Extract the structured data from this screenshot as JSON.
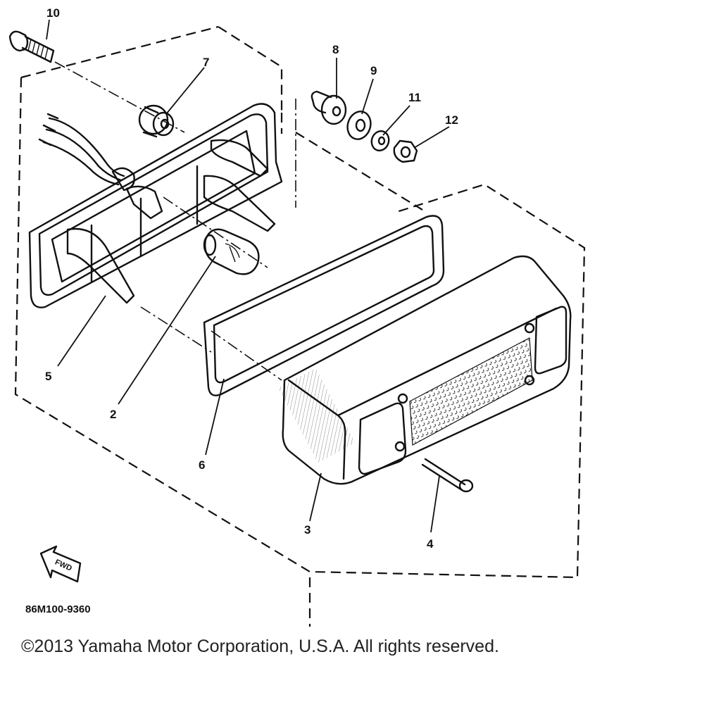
{
  "diagram": {
    "part_code": "86M100-9360",
    "fwd_label": "FWD",
    "callouts": [
      "10",
      "7",
      "8",
      "9",
      "11",
      "12",
      "5",
      "2",
      "6",
      "3",
      "4"
    ]
  },
  "copyright": "©2013 Yamaha Motor Corporation, U.S.A. All rights reserved."
}
